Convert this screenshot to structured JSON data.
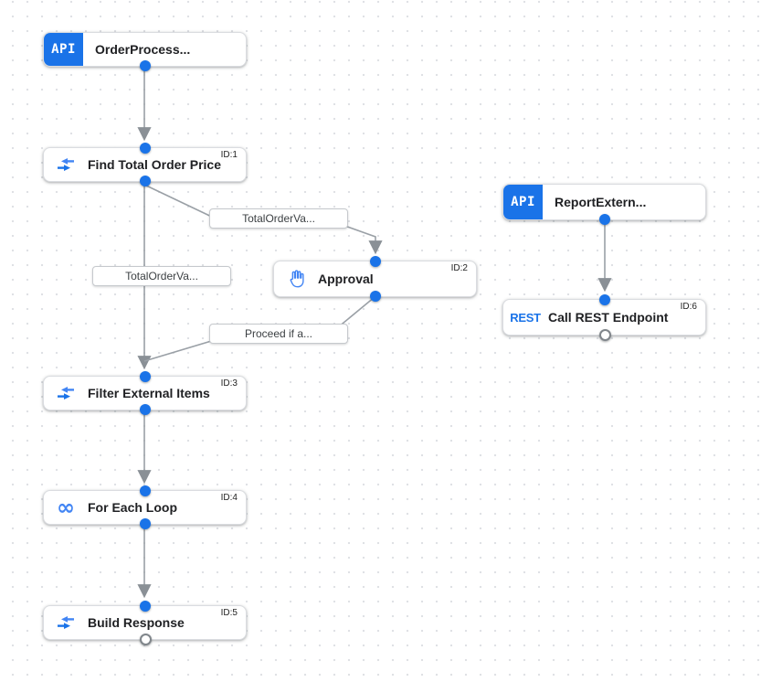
{
  "colors": {
    "accent_blue": "#1a73e8",
    "icon_blue": "#4285f4",
    "edge_gray": "#9aa0a6",
    "arrow_gray": "#8a9096",
    "grid_dot": "#dfe1e5"
  },
  "nodes": [
    {
      "title": "OrderProcess...",
      "badge": "API",
      "icon": "api-badge",
      "id_label": ""
    },
    {
      "title": "Find Total Order Price",
      "icon": "data-mapping-icon",
      "id_label": "ID:1"
    },
    {
      "title": "Approval",
      "icon": "pan-tool-icon",
      "id_label": "ID:2"
    },
    {
      "title": "Filter External Items",
      "icon": "data-mapping-icon",
      "id_label": "ID:3"
    },
    {
      "title": "For Each Loop",
      "icon": "loop-icon",
      "loop_glyph": "∞",
      "id_label": "ID:4"
    },
    {
      "title": "Build Response",
      "icon": "data-mapping-icon",
      "id_label": "ID:5"
    },
    {
      "title": "ReportExtern...",
      "badge": "API",
      "icon": "api-badge",
      "id_label": ""
    },
    {
      "title": "Call REST Endpoint",
      "icon": "rest-icon",
      "icon_text": "REST",
      "id_label": "ID:6"
    }
  ],
  "edge_labels": [
    {
      "text": "TotalOrderVa..."
    },
    {
      "text": "TotalOrderVa..."
    },
    {
      "text": "Proceed if a..."
    }
  ],
  "connections": [
    {
      "from": "OrderProcess...",
      "to": "Find Total Order Price",
      "label": ""
    },
    {
      "from": "Find Total Order Price",
      "to": "Approval",
      "label": "TotalOrderVa..."
    },
    {
      "from": "Find Total Order Price",
      "to": "Filter External Items",
      "label": "TotalOrderVa..."
    },
    {
      "from": "Approval",
      "to": "Filter External Items",
      "label": "Proceed if a..."
    },
    {
      "from": "Filter External Items",
      "to": "For Each Loop",
      "label": ""
    },
    {
      "from": "For Each Loop",
      "to": "Build Response",
      "label": ""
    },
    {
      "from": "ReportExtern...",
      "to": "Call REST Endpoint",
      "label": ""
    }
  ]
}
